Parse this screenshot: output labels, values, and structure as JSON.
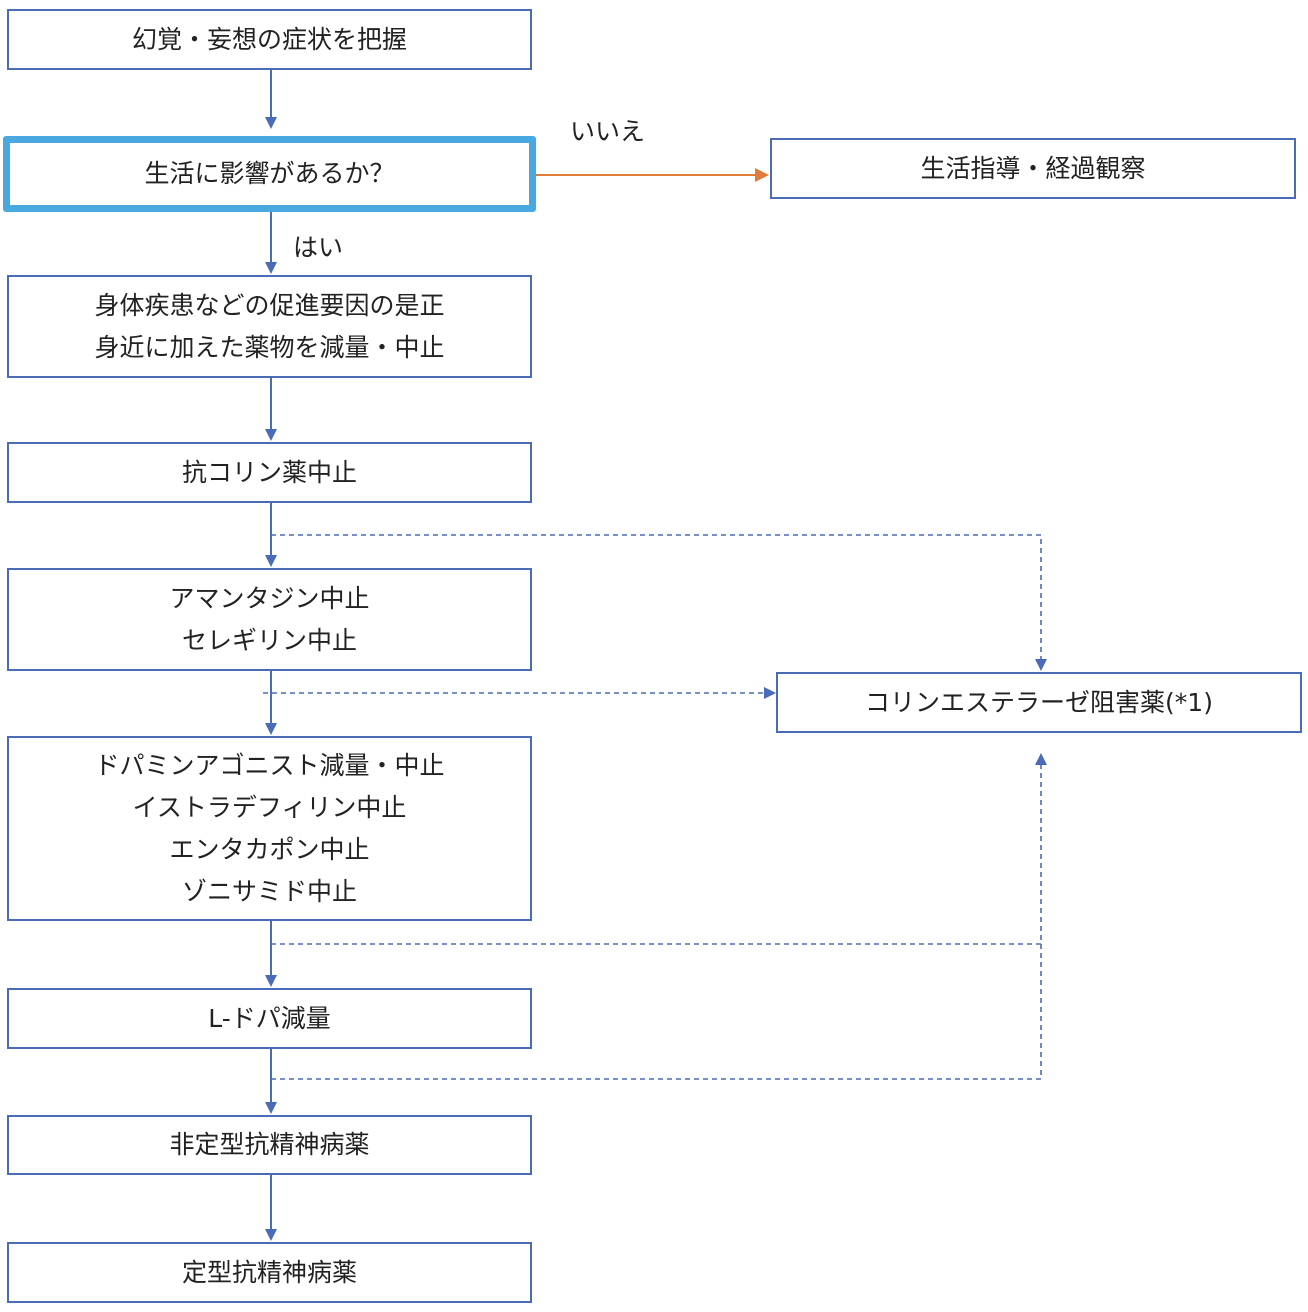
{
  "nodes": {
    "assess": {
      "lines": [
        "幻覚・妄想の症状を把握"
      ]
    },
    "impact_question": {
      "lines": [
        "生活に影響があるか？"
      ]
    },
    "lifestyle_guidance": {
      "lines": [
        "生活指導・経過観察"
      ]
    },
    "correct_factors": {
      "lines": [
        "身体疾患などの促進要因の是正",
        "身近に加えた薬物を減量・中止"
      ]
    },
    "anticholinergic_stop": {
      "lines": [
        "抗コリン薬中止"
      ]
    },
    "amantadine_selegiline": {
      "lines": [
        "アマンタジン中止",
        "セレギリン中止"
      ]
    },
    "cholinesterase_inhibitor": {
      "lines": [
        "コリンエステラーゼ阻害薬(*1)"
      ]
    },
    "dopamine_agonist_etc": {
      "lines": [
        "ドパミンアゴニスト減量・中止",
        "イストラデフィリン中止",
        "エンタカポン中止",
        "ゾニサミド中止"
      ]
    },
    "ldopa_reduce": {
      "lines": [
        "L-ドパ減量"
      ]
    },
    "atypical_antipsychotic": {
      "lines": [
        "非定型抗精神病薬"
      ]
    },
    "typical_antipsychotic": {
      "lines": [
        "定型抗精神病薬"
      ]
    }
  },
  "edge_labels": {
    "no": "いいえ",
    "yes": "はい"
  },
  "colors": {
    "box_border": "#4a6bb8",
    "highlight_border": "#4aa8e0",
    "main_arrow": "#4a6bb8",
    "no_arrow": "#e07b39",
    "dashed_arrow": "#4a6bb8",
    "text": "#222222"
  }
}
